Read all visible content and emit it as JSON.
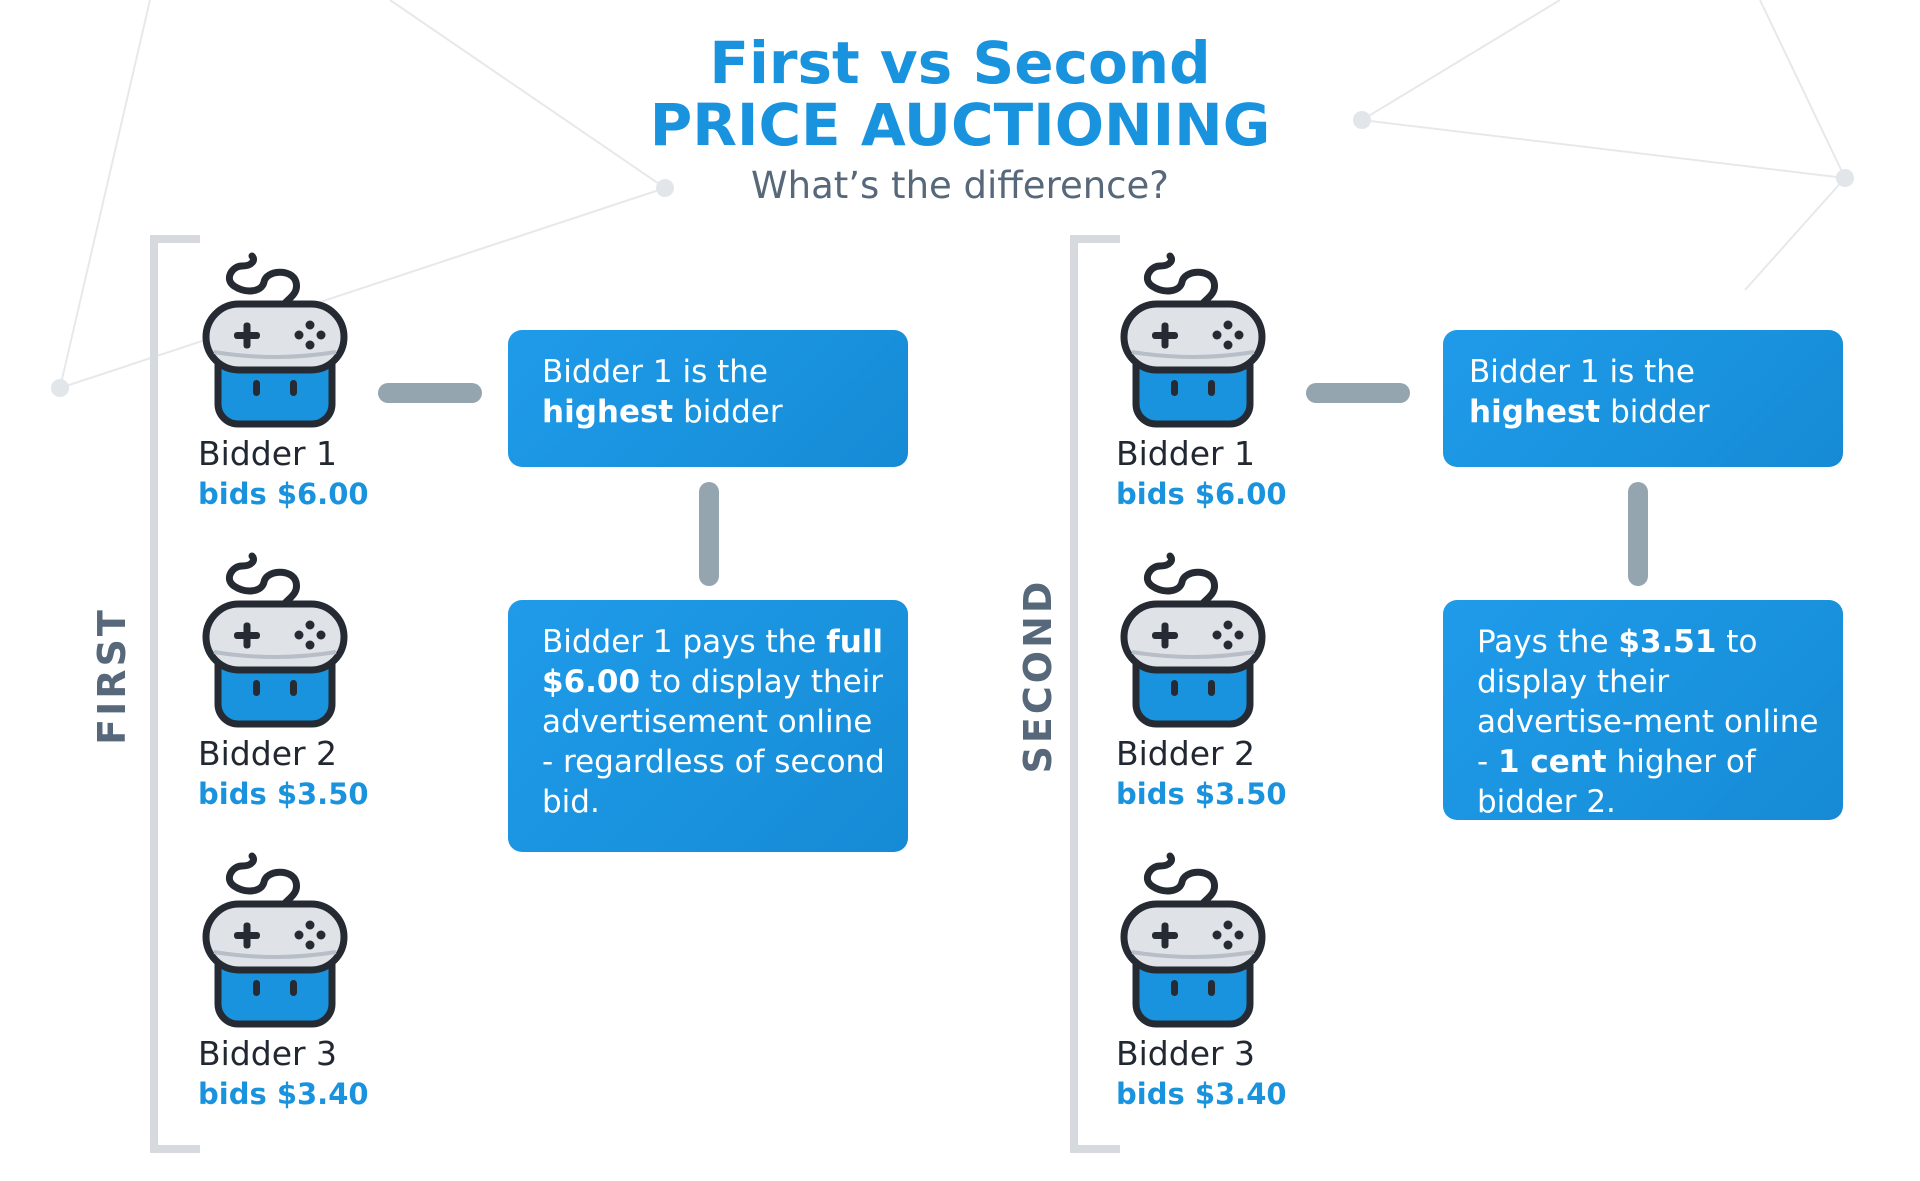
{
  "header": {
    "title_line1": "First vs Second",
    "title_line2": "PRICE AUCTIONING",
    "subtitle": "What’s the difference?"
  },
  "first": {
    "label": "FIRST",
    "bidders": [
      {
        "name": "Bidder 1",
        "bid": "bids $6.00"
      },
      {
        "name": "Bidder 2",
        "bid": "bids $3.50"
      },
      {
        "name": "Bidder 3",
        "bid": "bids $3.40"
      }
    ],
    "card1": {
      "pre": "Bidder 1 is the ",
      "bold": "highest",
      "post": " bidder"
    },
    "card2": {
      "pre": "Bidder 1 pays the ",
      "bold1": "full",
      "mid": " ",
      "bold2": "$6.00",
      "post": " to display their advertisement online - regardless of second bid."
    }
  },
  "second": {
    "label": "SECOND",
    "bidders": [
      {
        "name": "Bidder 1",
        "bid": "bids $6.00"
      },
      {
        "name": "Bidder 2",
        "bid": "bids $3.50"
      },
      {
        "name": "Bidder 3",
        "bid": "bids $3.40"
      }
    ],
    "card1": {
      "pre": "Bidder 1 is the ",
      "bold": "highest",
      "post": " bidder"
    },
    "card2": {
      "pre": "Pays the ",
      "bold1": "$3.51",
      "mid": " to display their advertise-ment online - ",
      "bold2": "1 cent",
      "post": " higher of bidder 2."
    }
  },
  "colors": {
    "accent": "#1a93de",
    "label_gray": "#56687a",
    "connector": "#95a5b0",
    "bracket": "#d6dadf"
  },
  "icons": [
    "gamepad-icon"
  ]
}
